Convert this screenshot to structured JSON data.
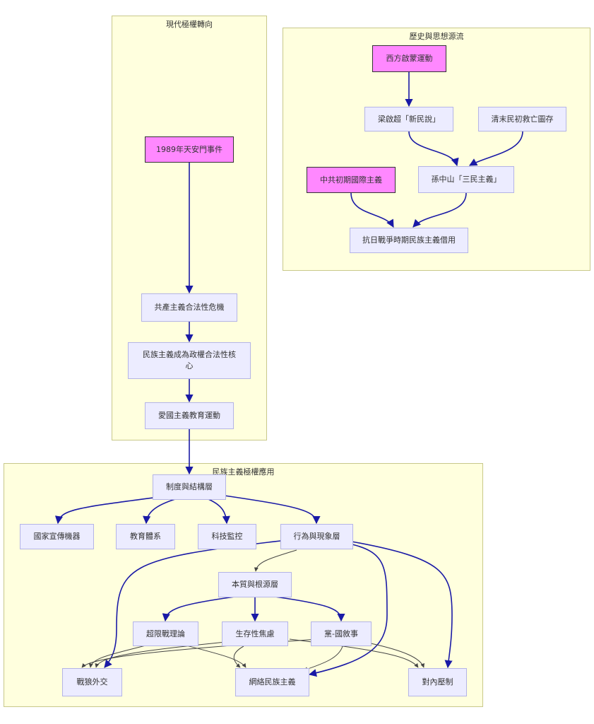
{
  "clusters": {
    "modern": "現代極權轉向",
    "history": "歷史與思想源流",
    "application": "民族主義極權應用"
  },
  "nodes": {
    "tiananmen": "1989年天安門事件",
    "legitimacy_crisis": "共產主義合法性危機",
    "nationalism_core": "民族主義成為政權合法性核心",
    "patriotic_education": "愛國主義教育運動",
    "enlightenment": "西方啟蒙運動",
    "liang": "梁啟超「新民說」",
    "qing_save": "清末民初救亡圖存",
    "ccp_internationalism": "中共初期國際主義",
    "sun_three": "孫中山「三民主義」",
    "anti_japanese": "抗日戰爭時期民族主義借用",
    "institution_layer": "制度與結構層",
    "propaganda": "國家宣傳機器",
    "education_system": "教育體系",
    "tech_surveillance": "科技監控",
    "behavior_layer": "行為與現象層",
    "essence_layer": "本質與根源層",
    "unrestricted_warfare": "超限戰理論",
    "survival_anxiety": "生存性焦慮",
    "party_narrative": "黨-國敘事",
    "wolf_warrior": "戰狼外交",
    "online_nationalism": "網絡民族主義",
    "internal_repression": "對內壓制"
  },
  "colors": {
    "cluster_fill": "#ffffde",
    "cluster_border": "#c8c88a",
    "node_fill": "#ececff",
    "node_border": "#b4b4e6",
    "highlight_fill": "#ff88ff",
    "edge_primary": "#1a1aa6",
    "edge_secondary": "#444444"
  }
}
